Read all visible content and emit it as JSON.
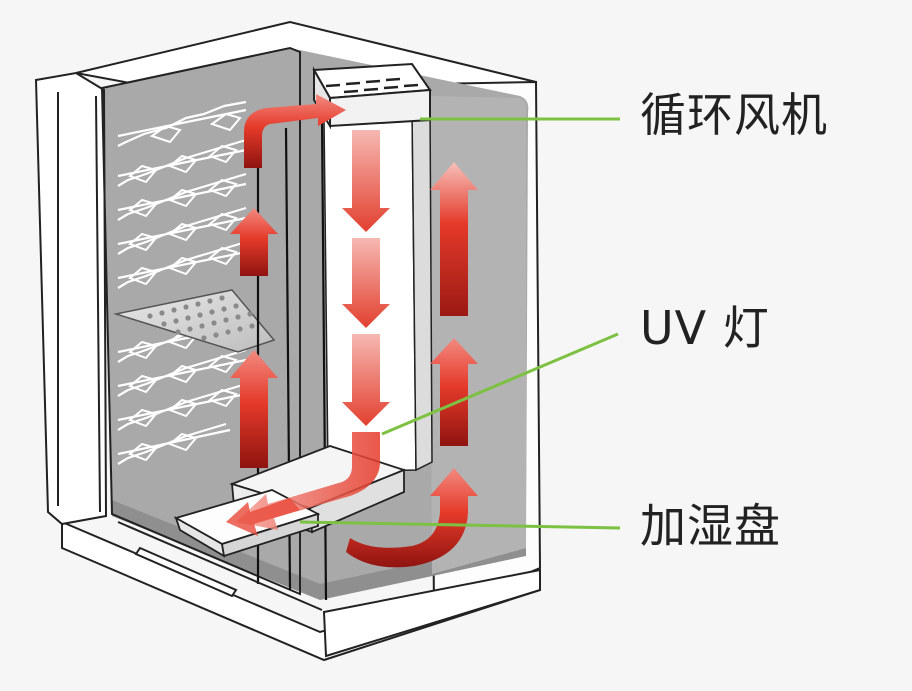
{
  "labels": {
    "fan": "循环风机",
    "uv_lamp": "UV 灯",
    "humidifier_tray": "加湿盘"
  },
  "colors": {
    "background": "#f6f6f6",
    "cabinet_interior": "#a9a9a9",
    "cabinet_interior_light": "#c4c4c4",
    "cabinet_line": "#222222",
    "panel_white": "#ffffff",
    "arrow_red": "#e03325",
    "arrow_dark": "#9b1a14",
    "leader_line": "#7dc142"
  }
}
